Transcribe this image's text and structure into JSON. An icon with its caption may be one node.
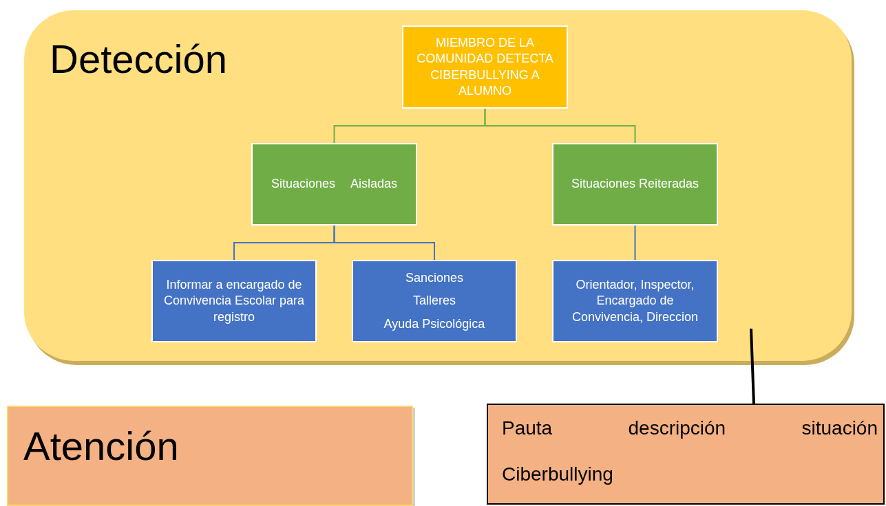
{
  "diagram": {
    "nodes": [
      {
        "text": [
          "Detección"
        ]
      },
      {
        "text": [
          "MIEMBRO DE LA COMUNIDAD DETECTA CIBERBULLYING A ALUMNO"
        ],
        "in": 0
      },
      {
        "text": [
          "Situaciones Aisladas"
        ],
        "in": 0
      },
      {
        "text": [
          "Situaciones Reiteradas"
        ],
        "in": 0
      },
      {
        "text": [
          "Informar a encargado de Convivencia Escolar para registro"
        ],
        "in": 0
      },
      {
        "text": [
          "Sanciones",
          "Talleres",
          "Ayuda Psicológica"
        ],
        "in": 0
      },
      {
        "text": [
          "Orientador, Inspector, Encargado de Convivencia, Direccion"
        ],
        "in": 0
      },
      {
        "text": [
          "Atención"
        ]
      },
      {
        "text": [
          "Pauta descripción situación Ciberbullying"
        ]
      }
    ],
    "edges": [
      {
        "from": 1,
        "to": 2,
        "arrow": "none",
        "color": "#70ad47"
      },
      {
        "from": 1,
        "to": 3,
        "arrow": "none",
        "color": "#70ad47"
      },
      {
        "from": 2,
        "to": 4,
        "arrow": "none"
      },
      {
        "from": 2,
        "to": 5,
        "arrow": "none"
      },
      {
        "from": 3,
        "to": 6,
        "arrow": "none"
      },
      {
        "from": 8,
        "to": 0,
        "arrow": "none",
        "style": "thick",
        "color": "#000000"
      }
    ]
  }
}
